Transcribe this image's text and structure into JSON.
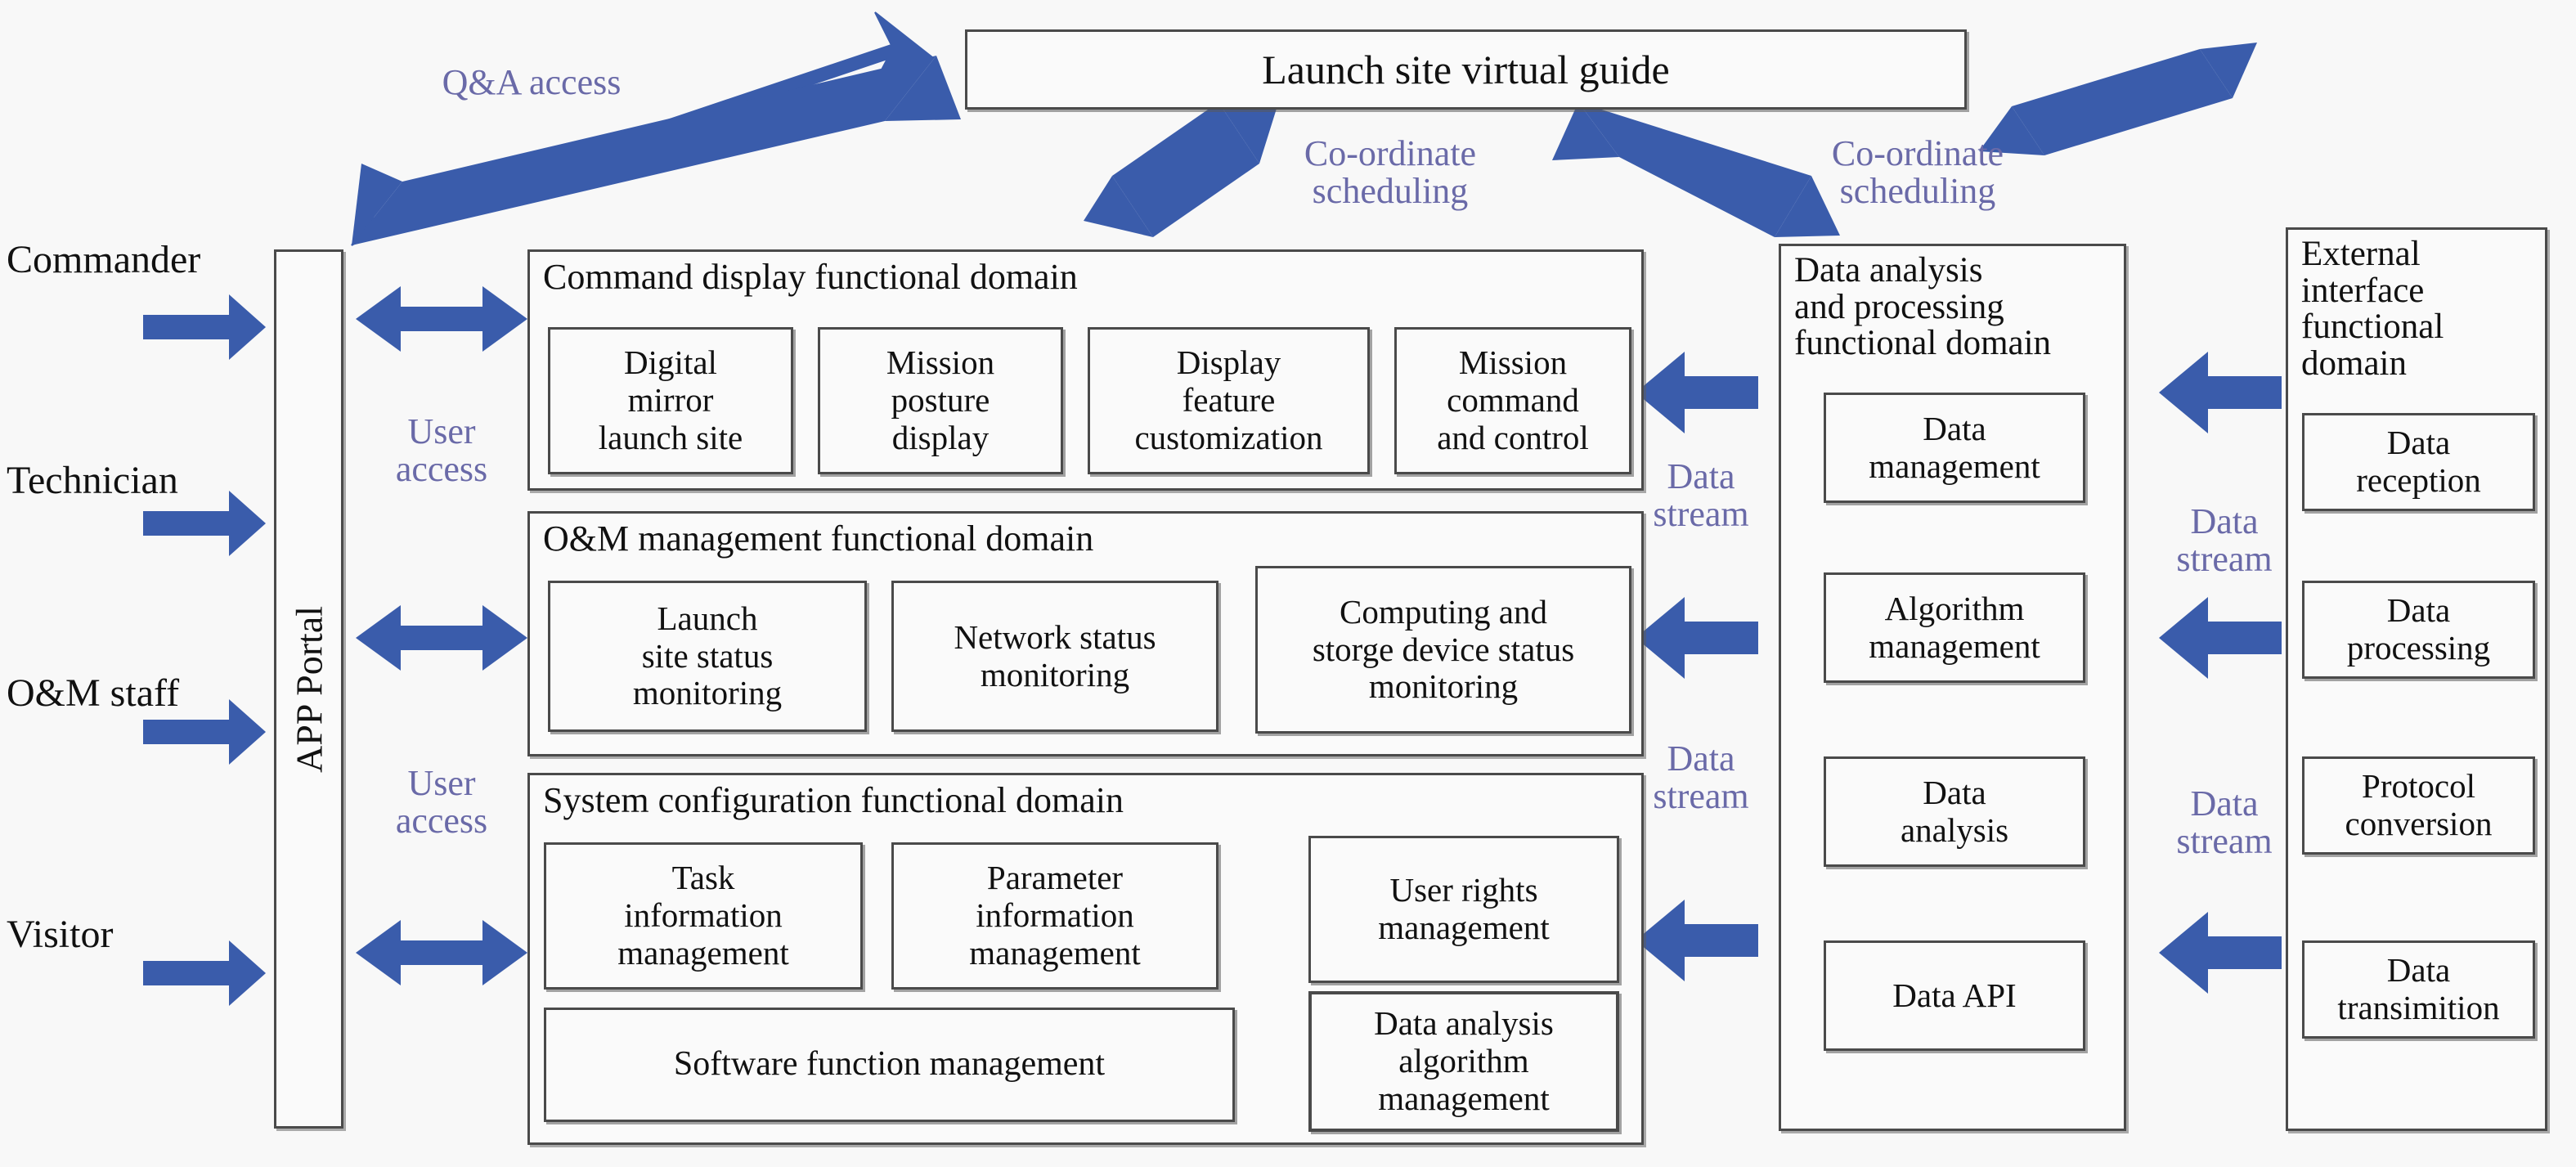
{
  "diagram": {
    "title": "Launch site virtual guide",
    "accent_arrow_color": "#3a5cab",
    "note_color": "#6a6aa8",
    "box_border_color": "#4a4a4a",
    "background_color": "#f8f8f8"
  },
  "top": {
    "virtual_guide": "Launch site virtual guide"
  },
  "actors": [
    {
      "label": "Commander"
    },
    {
      "label": "Technician"
    },
    {
      "label": "O&M staff"
    },
    {
      "label": "Visitor"
    }
  ],
  "portal": {
    "label": "APP Portal"
  },
  "notes": {
    "qa_access": "Q&A access",
    "coordinate_scheduling_left": "Co-ordinate\nscheduling",
    "coordinate_scheduling_right": "Co-ordinate\nscheduling",
    "user_access_top": "User\naccess",
    "user_access_bottom": "User\naccess",
    "data_stream_1": "Data\nstream",
    "data_stream_2": "Data\nstream",
    "data_stream_3": "Data\nstream",
    "data_stream_4": "Data\nstream"
  },
  "domains": {
    "command_display": {
      "title": "Command display functional domain",
      "items": [
        "Digital\nmirror\nlaunch site",
        "Mission\nposture\ndisplay",
        "Display\nfeature\ncustomization",
        "Mission\ncommand\nand control"
      ]
    },
    "om_management": {
      "title": "O&M management functional domain",
      "items": [
        "Launch\nsite status\nmonitoring",
        "Network status\nmonitoring",
        "Computing and\nstorge device status\nmonitoring"
      ]
    },
    "system_configuration": {
      "title": "System configuration functional domain",
      "items": [
        "Task\ninformation\nmanagement",
        "Parameter\ninformation\nmanagement",
        "User rights\nmanagement",
        "Software function management",
        "Data analysis\nalgorithm\nmanagement"
      ]
    },
    "data_analysis": {
      "title": "Data analysis\nand processing\nfunctional domain",
      "items": [
        "Data\nmanagement",
        "Algorithm\nmanagement",
        "Data\nanalysis",
        "Data API"
      ]
    },
    "external_interface": {
      "title": "External\ninterface\nfunctional\ndomain",
      "items": [
        "Data\nreception",
        "Data\nprocessing",
        "Protocol\nconversion",
        "Data\ntransimition"
      ]
    }
  }
}
